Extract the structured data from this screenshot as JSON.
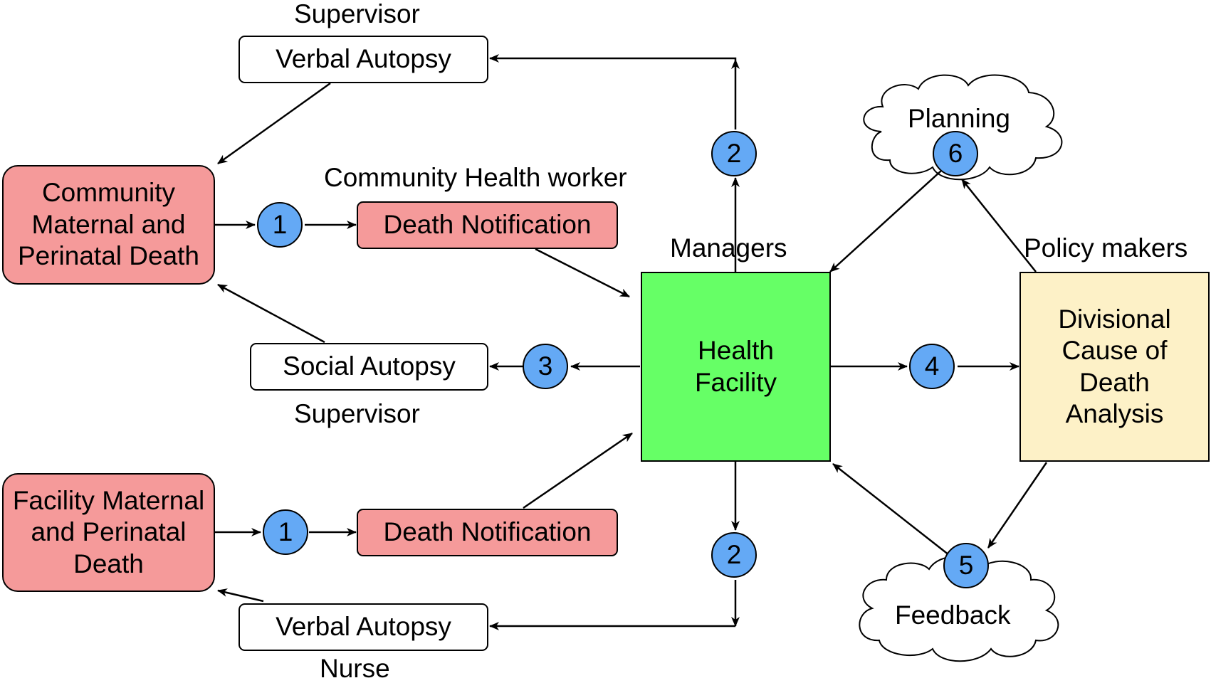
{
  "nodes": {
    "verbal_autopsy_top": "Verbal Autopsy",
    "community_death": "Community\nMaternal and\nPerinatal Death",
    "death_notification_top": "Death Notification",
    "social_autopsy": "Social Autopsy",
    "health_facility": "Health\nFacility",
    "divisional_analysis": "Divisional\nCause of\nDeath\nAnalysis",
    "facility_death": "Facility Maternal\nand Perinatal\nDeath",
    "death_notification_bottom": "Death Notification",
    "verbal_autopsy_bottom": "Verbal Autopsy",
    "planning": "Planning",
    "feedback": "Feedback"
  },
  "labels": {
    "supervisor_top": "Supervisor",
    "community_health_worker": "Community Health worker",
    "managers": "Managers",
    "policy_makers": "Policy makers",
    "supervisor_mid": "Supervisor",
    "nurse": "Nurse"
  },
  "steps": {
    "s1_top": "1",
    "s2_top": "2",
    "s3": "3",
    "s4": "4",
    "s5": "5",
    "s6": "6",
    "s1_bottom": "1",
    "s2_bottom": "2"
  },
  "colors": {
    "step_circle": "#64a9f5",
    "death_event": "#f59a9a",
    "health_facility": "#66ff66",
    "analysis": "#fdf1c7"
  }
}
